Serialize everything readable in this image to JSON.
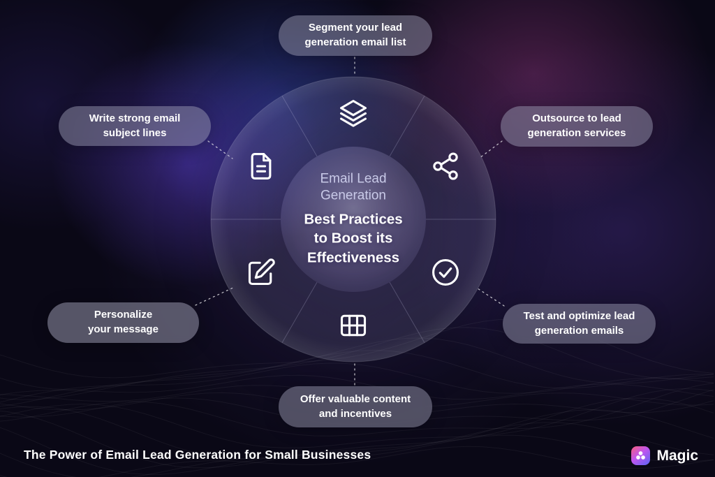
{
  "wheel": {
    "center_title": "Email Lead Generation",
    "center_subtitle": "Best Practices to Boost its Effectiveness",
    "icons": [
      "layers-icon",
      "share-icon",
      "check-circle-icon",
      "table-icon",
      "edit-icon",
      "file-text-icon"
    ]
  },
  "callouts": [
    {
      "id": "segment",
      "label": "Segment your lead generation email list"
    },
    {
      "id": "subject-lines",
      "label": "Write strong email subject lines"
    },
    {
      "id": "outsource",
      "label": "Outsource to lead generation services"
    },
    {
      "id": "personalize",
      "label": "Personalize your message"
    },
    {
      "id": "test-optimize",
      "label": "Test and optimize lead generation emails"
    },
    {
      "id": "offer-content",
      "label": "Offer valuable content and incentives"
    }
  ],
  "footer": {
    "caption": "The Power of Email Lead Generation for Small Businesses",
    "brand": "Magic"
  },
  "colors": {
    "background": "#0a0816",
    "glow_purple": "#5c3ecd",
    "glow_blue": "#3e5cde",
    "glow_pink": "#c046a2",
    "pill_background": "rgba(148,148,170,0.50)",
    "center_title": "#c9cae8",
    "text": "#ffffff"
  }
}
